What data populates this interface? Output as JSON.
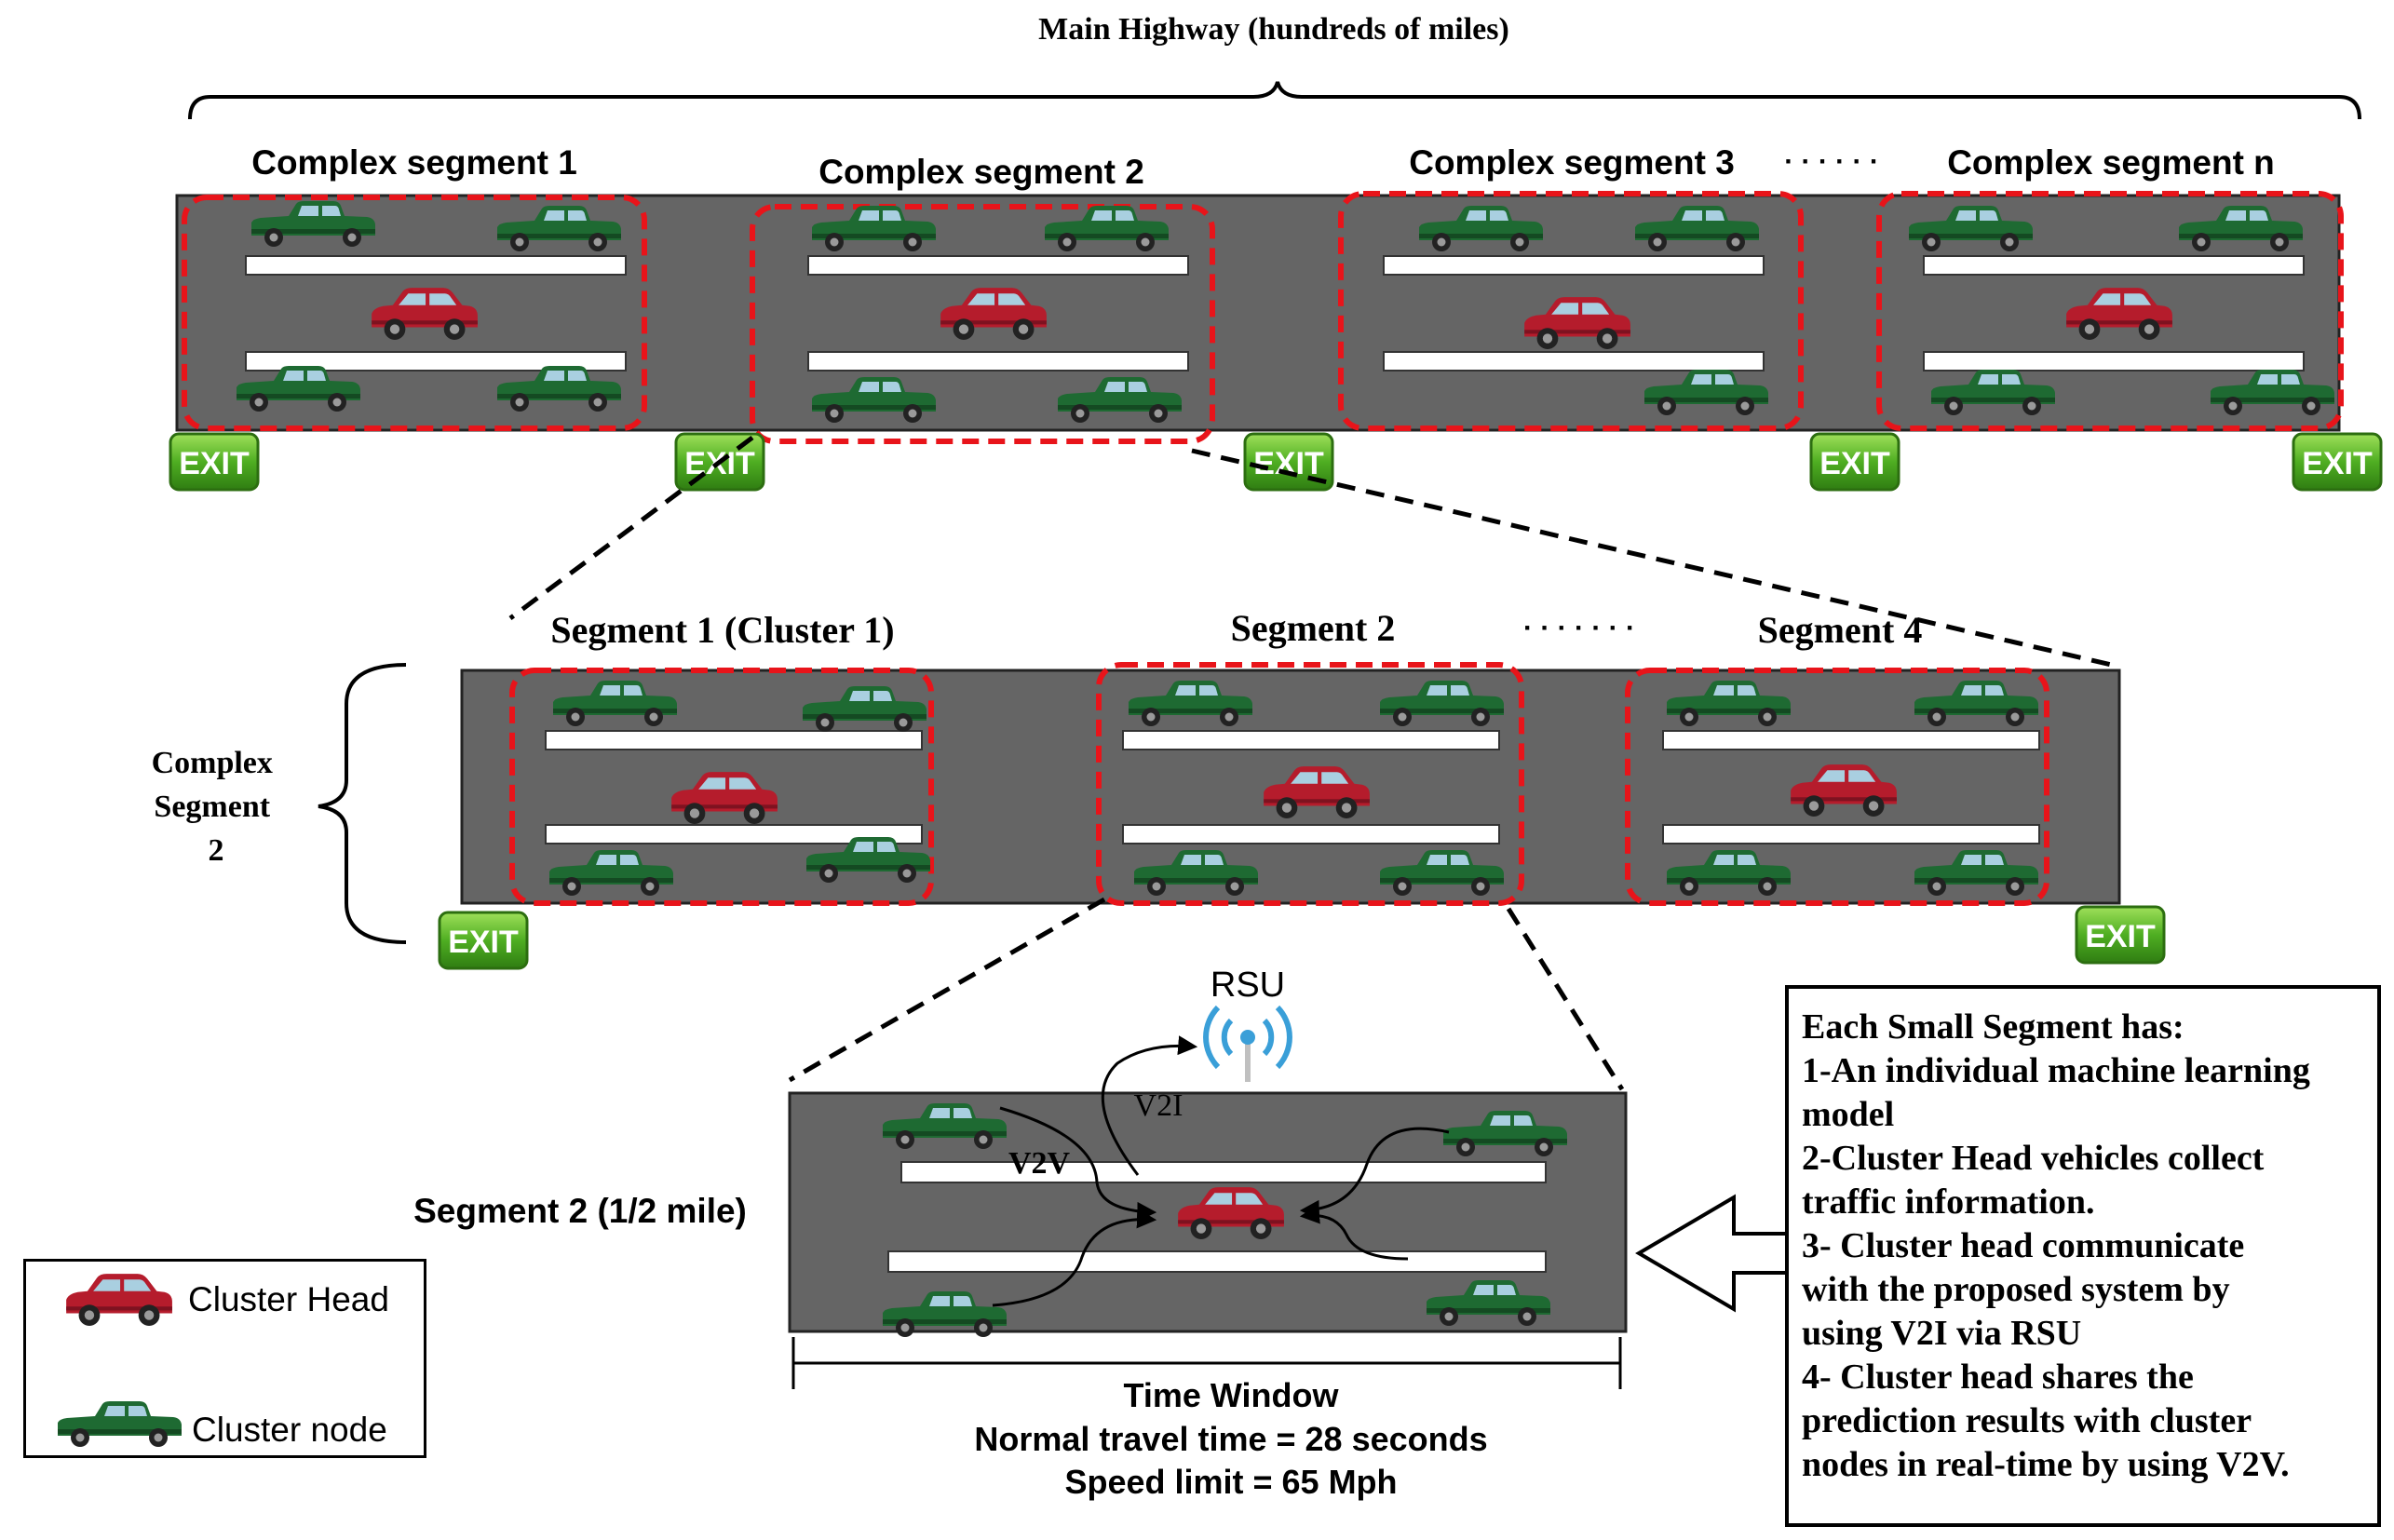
{
  "main_highway": {
    "title": "Main Highway (hundreds of miles)",
    "complex_segments": [
      {
        "label": "Complex segment 1"
      },
      {
        "label": "Complex segment 2"
      },
      {
        "label": "Complex segment 3"
      },
      {
        "label": "Complex segment n"
      }
    ],
    "ellipsis": "· · · · · ·"
  },
  "complex_segment_view": {
    "side_label": [
      "Complex",
      "Segment",
      "2"
    ],
    "segments": [
      {
        "label": "Segment 1 (Cluster 1)"
      },
      {
        "label": "Segment 2"
      },
      {
        "label": "Segment 4"
      }
    ],
    "ellipsis": "· · · · · · ·"
  },
  "segment_detail": {
    "label": "Segment 2 (1/2 mile)",
    "rsu_label": "RSU",
    "v2i_label": "V2I",
    "v2v_label": "V2V",
    "time_window": {
      "title": "Time Window",
      "travel_time": "Normal travel time = 28 seconds",
      "speed_limit": "Speed limit = 65 Mph"
    }
  },
  "exit_label": "EXIT",
  "info_box": {
    "lines": [
      "Each Small Segment has:",
      "1-An individual machine learning",
      "model",
      "2-Cluster Head vehicles collect",
      "traffic information.",
      "3- Cluster head communicate",
      "with the proposed system by",
      "using V2I via RSU",
      "4- Cluster head shares the",
      "prediction results with cluster",
      "nodes in real-time by using V2V."
    ]
  },
  "legend": {
    "cluster_head": "Cluster Head",
    "cluster_node": "Cluster node"
  },
  "colors": {
    "road": "#656565",
    "cluster_border": "#e8141a",
    "cluster_head_car": "#b51c2c",
    "cluster_node_car": "#1e6a32",
    "exit_sign": "#5cb82a",
    "rsu": "#3a9fd8"
  }
}
